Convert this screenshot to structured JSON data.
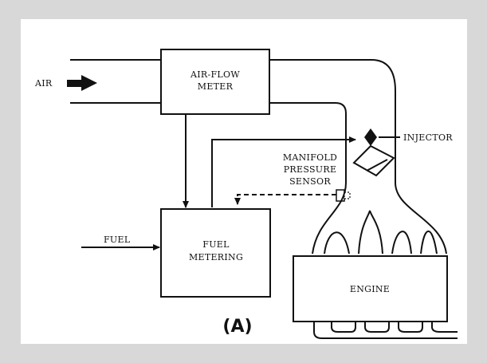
{
  "labels": {
    "air": "AIR",
    "air_flow_meter_line1": "AIR-FLOW",
    "air_flow_meter_line2": "METER",
    "injector": "INJECTOR",
    "manifold_line1": "MANIFOLD",
    "manifold_line2": "PRESSURE",
    "manifold_line3": "SENSOR",
    "fuel": "FUEL",
    "fuel_metering_line1": "FUEL",
    "fuel_metering_line2": "METERING",
    "engine": "ENGINE"
  },
  "caption": "(A)",
  "colors": {
    "frame": "#d8d8d8",
    "panel": "#ffffff",
    "ink": "#111111"
  }
}
